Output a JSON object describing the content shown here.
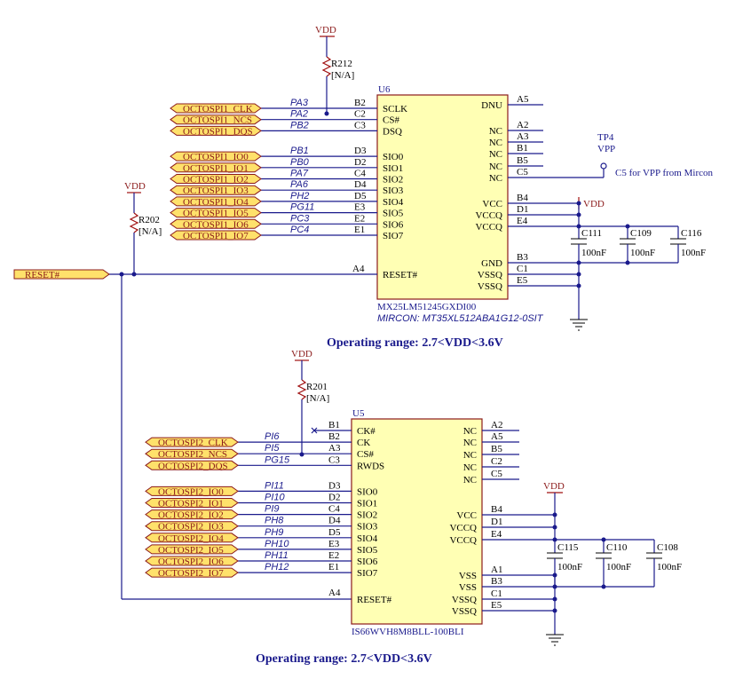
{
  "u6": {
    "ref": "U6",
    "part": "MX25LM51245GXDI00",
    "alt": "MIRCON: MT35XL512ABA1G12-0SIT",
    "caption": "Operating range: 2.7<VDD<3.6V",
    "left_pins": [
      {
        "name": "SCLK",
        "num": "B2",
        "net": "PA3",
        "port": "OCTOSPI1_CLK"
      },
      {
        "name": "CS#",
        "num": "C2",
        "net": "PA2",
        "port": "OCTOSPI1_NCS"
      },
      {
        "name": "DSQ",
        "num": "C3",
        "net": "PB2",
        "port": "OCTOSPI1_DQS"
      },
      {
        "name": "SIO0",
        "num": "D3",
        "net": "PB1",
        "port": "OCTOSPI1_IO0"
      },
      {
        "name": "SIO1",
        "num": "D2",
        "net": "PB0",
        "port": "OCTOSPI1_IO1"
      },
      {
        "name": "SIO2",
        "num": "C4",
        "net": "PA7",
        "port": "OCTOSPI1_IO2"
      },
      {
        "name": "SIO3",
        "num": "D4",
        "net": "PA6",
        "port": "OCTOSPI1_IO3"
      },
      {
        "name": "SIO4",
        "num": "D5",
        "net": "PH2",
        "port": "OCTOSPI1_IO4"
      },
      {
        "name": "SIO5",
        "num": "E3",
        "net": "PG11",
        "port": "OCTOSPI1_IO5"
      },
      {
        "name": "SIO6",
        "num": "E2",
        "net": "PC3",
        "port": "OCTOSPI1_IO6"
      },
      {
        "name": "SIO7",
        "num": "E1",
        "net": "PC4",
        "port": "OCTOSPI1_IO7"
      }
    ],
    "reset_pin": {
      "name": "RESET#",
      "num": "A4"
    },
    "right_pins": [
      {
        "name": "DNU",
        "num": "A5"
      },
      {
        "name": "NC",
        "num": "A2"
      },
      {
        "name": "NC",
        "num": "A3"
      },
      {
        "name": "NC",
        "num": "B1"
      },
      {
        "name": "NC",
        "num": "B5"
      },
      {
        "name": "NC",
        "num": "C5"
      },
      {
        "name": "VCC",
        "num": "B4"
      },
      {
        "name": "VCCQ",
        "num": "D1"
      },
      {
        "name": "VCCQ",
        "num": "E4"
      },
      {
        "name": "GND",
        "num": "B3"
      },
      {
        "name": "VSSQ",
        "num": "C1"
      },
      {
        "name": "VSSQ",
        "num": "E5"
      }
    ],
    "resistor": {
      "ref": "R212",
      "val": "[N/A]",
      "rail": "VDD"
    },
    "vdd_label": "VDD",
    "testpoint": {
      "ref": "TP4",
      "net": "VPP",
      "note": "C5 for VPP from Mircon"
    },
    "caps": [
      {
        "ref": "C111",
        "val": "100nF"
      },
      {
        "ref": "C109",
        "val": "100nF"
      },
      {
        "ref": "C116",
        "val": "100nF"
      }
    ]
  },
  "reset": {
    "port": "RESET#",
    "resistor": {
      "ref": "R202",
      "val": "[N/A]",
      "rail": "VDD"
    }
  },
  "u5": {
    "ref": "U5",
    "part": "IS66WVH8M8BLL-100BLI",
    "caption": "Operating range: 2.7<VDD<3.6V",
    "left_pins": [
      {
        "name": "CK#",
        "num": "B1",
        "net": "",
        "port": ""
      },
      {
        "name": "CK",
        "num": "B2",
        "net": "PI6",
        "port": "OCTOSPI2_CLK"
      },
      {
        "name": "CS#",
        "num": "A3",
        "net": "PI5",
        "port": "OCTOSPI2_NCS"
      },
      {
        "name": "RWDS",
        "num": "C3",
        "net": "PG15",
        "port": "OCTOSPI2_DQS"
      },
      {
        "name": "SIO0",
        "num": "D3",
        "net": "PI11",
        "port": "OCTOSPI2_IO0"
      },
      {
        "name": "SIO1",
        "num": "D2",
        "net": "PI10",
        "port": "OCTOSPI2_IO1"
      },
      {
        "name": "SIO2",
        "num": "C4",
        "net": "PI9",
        "port": "OCTOSPI2_IO2"
      },
      {
        "name": "SIO3",
        "num": "D4",
        "net": "PH8",
        "port": "OCTOSPI2_IO3"
      },
      {
        "name": "SIO4",
        "num": "D5",
        "net": "PH9",
        "port": "OCTOSPI2_IO4"
      },
      {
        "name": "SIO5",
        "num": "E3",
        "net": "PH10",
        "port": "OCTOSPI2_IO5"
      },
      {
        "name": "SIO6",
        "num": "E2",
        "net": "PH11",
        "port": "OCTOSPI2_IO6"
      },
      {
        "name": "SIO7",
        "num": "E1",
        "net": "PH12",
        "port": "OCTOSPI2_IO7"
      }
    ],
    "reset_pin": {
      "name": "RESET#",
      "num": "A4"
    },
    "right_pins": [
      {
        "name": "NC",
        "num": "A2"
      },
      {
        "name": "NC",
        "num": "A5"
      },
      {
        "name": "NC",
        "num": "B5"
      },
      {
        "name": "NC",
        "num": "C2"
      },
      {
        "name": "NC",
        "num": "C5"
      },
      {
        "name": "VCC",
        "num": "B4"
      },
      {
        "name": "VCCQ",
        "num": "D1"
      },
      {
        "name": "VCCQ",
        "num": "E4"
      },
      {
        "name": "VSS",
        "num": "A1"
      },
      {
        "name": "VSS",
        "num": "B3"
      },
      {
        "name": "VSSQ",
        "num": "C1"
      },
      {
        "name": "VSSQ",
        "num": "E5"
      }
    ],
    "resistor": {
      "ref": "R201",
      "val": "[N/A]",
      "rail": "VDD"
    },
    "vdd_label": "VDD",
    "caps": [
      {
        "ref": "C115",
        "val": "100nF"
      },
      {
        "ref": "C110",
        "val": "100nF"
      },
      {
        "ref": "C108",
        "val": "100nF"
      }
    ]
  }
}
